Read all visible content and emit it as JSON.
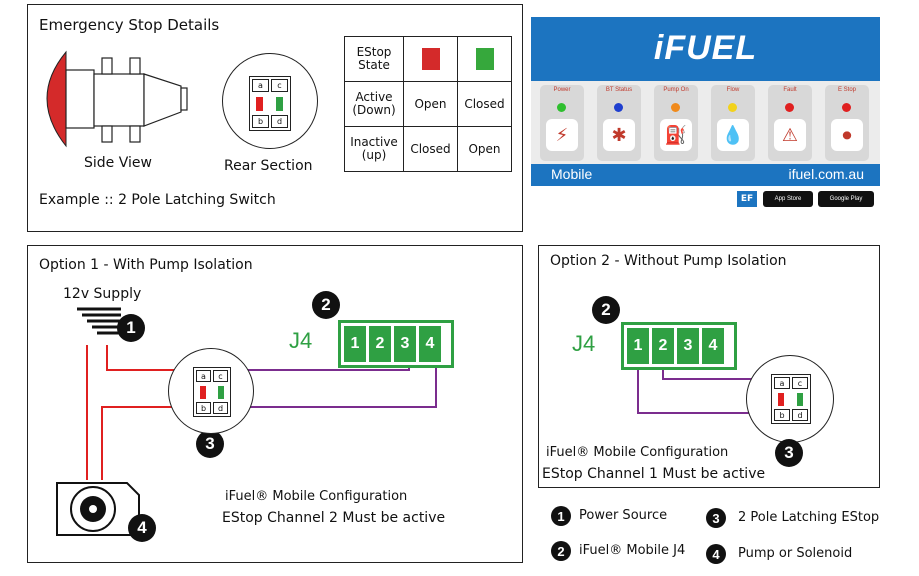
{
  "estop_panel": {
    "title": "Emergency Stop Details",
    "side_view_label": "Side View",
    "rear_section_label": "Rear Section",
    "example_label": "Example :: 2 Pole Latching Switch",
    "contacts": [
      "a",
      "c",
      "b",
      "d"
    ],
    "table": {
      "header_state": "EStop State",
      "rows": [
        {
          "label": "Active (Down)",
          "red": "Open",
          "green": "Closed"
        },
        {
          "label": "Inactive (up)",
          "red": "Closed",
          "green": "Open"
        }
      ]
    }
  },
  "ifuel_card": {
    "logo": "iFUEL",
    "tiles": [
      {
        "label": "Power",
        "dot": "#2fbf2f",
        "icon": "⚡"
      },
      {
        "label": "BT Status",
        "dot": "#1f3fcf",
        "icon": "✱"
      },
      {
        "label": "Pump On",
        "dot": "#f08a1c",
        "icon": "⛽"
      },
      {
        "label": "Flow",
        "dot": "#f2d21c",
        "icon": "💧"
      },
      {
        "label": "Fault",
        "dot": "#e02020",
        "icon": "⚠"
      },
      {
        "label": "E Stop",
        "dot": "#e02020",
        "icon": "⏺"
      }
    ],
    "mobile_label": "Mobile",
    "url": "ifuel.com.au",
    "app_store": "App Store",
    "google_play": "Google Play",
    "brand_mark": "EF"
  },
  "option1": {
    "title": "Option 1 - With Pump Isolation",
    "supply_label": "12v Supply",
    "j4_label": "J4",
    "pins": [
      "1",
      "2",
      "3",
      "4"
    ],
    "badges": [
      "1",
      "2",
      "3",
      "4"
    ],
    "contacts": [
      "a",
      "c",
      "b",
      "d"
    ],
    "config_title": "iFuel® Mobile Configuration",
    "config_note": "EStop Channel 2 Must be active"
  },
  "option2": {
    "title": "Option 2 - Without Pump Isolation",
    "j4_label": "J4",
    "pins": [
      "1",
      "2",
      "3",
      "4"
    ],
    "badges": [
      "2",
      "3"
    ],
    "contacts": [
      "a",
      "c",
      "b",
      "d"
    ],
    "config_title": "iFuel® Mobile Configuration",
    "config_note": "EStop Channel 1 Must be active"
  },
  "legend": [
    {
      "num": "1",
      "text": "Power Source"
    },
    {
      "num": "3",
      "text": "2 Pole Latching EStop"
    },
    {
      "num": "2",
      "text": "iFuel® Mobile J4"
    },
    {
      "num": "4",
      "text": "Pump or Solenoid"
    }
  ],
  "colors": {
    "wire_red": "#e02020",
    "wire_purple": "#7b2d8e",
    "connector_green": "#2fa043",
    "brand_blue": "#1c74c0"
  }
}
